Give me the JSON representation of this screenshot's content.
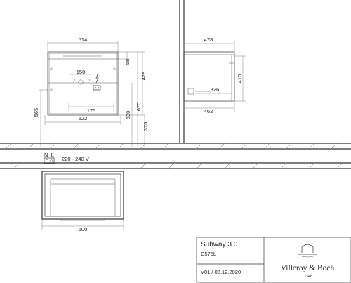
{
  "dimensions": {
    "top_width": "514",
    "depth_top": "478",
    "drawer_58": "58",
    "height_429": "429",
    "depth_410": "410",
    "hole_150": "150",
    "inner_326": "326",
    "width_175": "175",
    "width_622": "622",
    "depth_462": "462",
    "height_565": "565",
    "height_530": "530",
    "height_670": "670",
    "height_376": "376",
    "bottom_width": "600"
  },
  "electrical": {
    "socket_labels": "N  L",
    "voltage": "220 - 240 V"
  },
  "title_block": {
    "product_name": "Subway 3.0",
    "product_code": "C575L",
    "revision": "V01 / 08.12.2020",
    "brand": "Villeroy & Boch",
    "brand_year": "1748"
  },
  "colors": {
    "line": "#333333",
    "background": "#ffffff"
  }
}
